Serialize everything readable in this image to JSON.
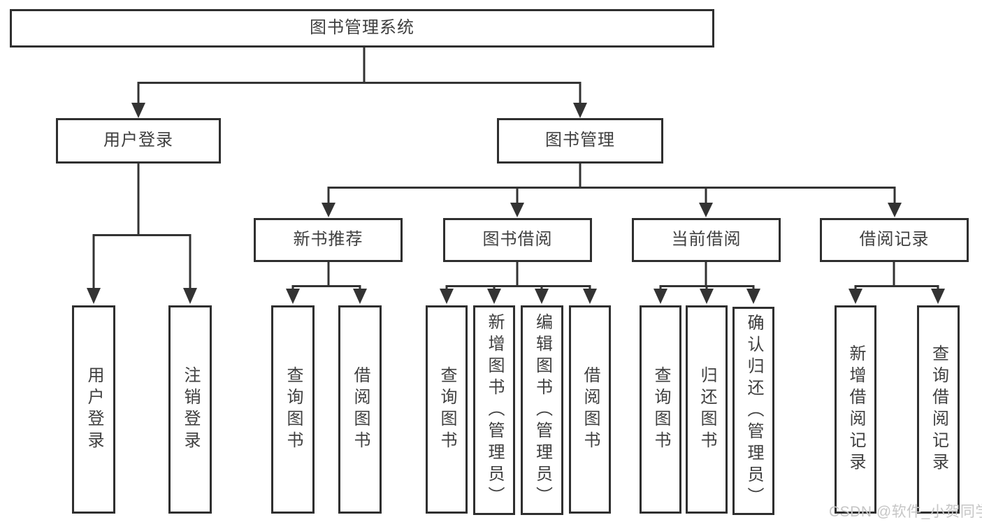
{
  "colors": {
    "line": "#333333",
    "box_border": "#2f2f2f",
    "text": "#3f3f3f",
    "background": "#ffffff",
    "watermark": "#c6c6c6"
  },
  "watermark": {
    "text": "CSDN @软件_小贺同学"
  },
  "tree": {
    "root": {
      "label": "图书管理系统",
      "children": [
        {
          "label": "用户登录",
          "children": [
            {
              "label": "用户登录"
            },
            {
              "label": "注销登录"
            }
          ]
        },
        {
          "label": "图书管理",
          "children": [
            {
              "label": "新书推荐",
              "children": [
                {
                  "label": "查询图书"
                },
                {
                  "label": "借阅图书"
                }
              ]
            },
            {
              "label": "图书借阅",
              "children": [
                {
                  "label": "查询图书"
                },
                {
                  "label": "新增图书（管理员）"
                },
                {
                  "label": "编辑图书（管理员）"
                },
                {
                  "label": "借阅图书"
                }
              ]
            },
            {
              "label": "当前借阅",
              "children": [
                {
                  "label": "查询图书"
                },
                {
                  "label": "归还图书"
                },
                {
                  "label": "确认归还（管理员）"
                }
              ]
            },
            {
              "label": "借阅记录",
              "children": [
                {
                  "label": "新增借阅记录"
                },
                {
                  "label": "查询借阅记录"
                }
              ]
            }
          ]
        }
      ]
    }
  }
}
